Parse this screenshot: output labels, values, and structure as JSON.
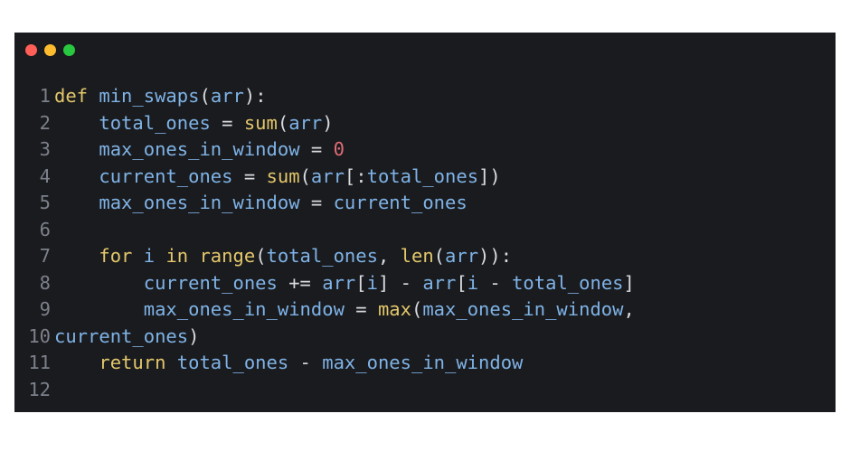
{
  "window": {
    "traffic_lights": [
      {
        "name": "close",
        "color": "#ff5f57"
      },
      {
        "name": "minimize",
        "color": "#febc2e"
      },
      {
        "name": "maximize",
        "color": "#28c840"
      }
    ]
  },
  "code": {
    "lines": [
      {
        "num": "1",
        "text": "def min_swaps(arr):"
      },
      {
        "num": "2",
        "text": "    total_ones = sum(arr)"
      },
      {
        "num": "3",
        "text": "    max_ones_in_window = 0"
      },
      {
        "num": "4",
        "text": "    current_ones = sum(arr[:total_ones])"
      },
      {
        "num": "5",
        "text": "    max_ones_in_window = current_ones"
      },
      {
        "num": "6",
        "text": ""
      },
      {
        "num": "7",
        "text": "    for i in range(total_ones, len(arr)):"
      },
      {
        "num": "8",
        "text": "        current_ones += arr[i] - arr[i - total_ones]"
      },
      {
        "num": "9",
        "text": "        max_ones_in_window = max(max_ones_in_window,"
      },
      {
        "num": "10",
        "text": "current_ones)"
      },
      {
        "num": "11",
        "text": "    return total_ones - max_ones_in_window"
      },
      {
        "num": "12",
        "text": ""
      }
    ],
    "colors": {
      "keyword": "#e3c76b",
      "identifier": "#7fb3e7",
      "number": "#e06c75",
      "text": "#d7dbe0",
      "line_number": "#7b808a",
      "background": "#1a1b1e"
    }
  }
}
